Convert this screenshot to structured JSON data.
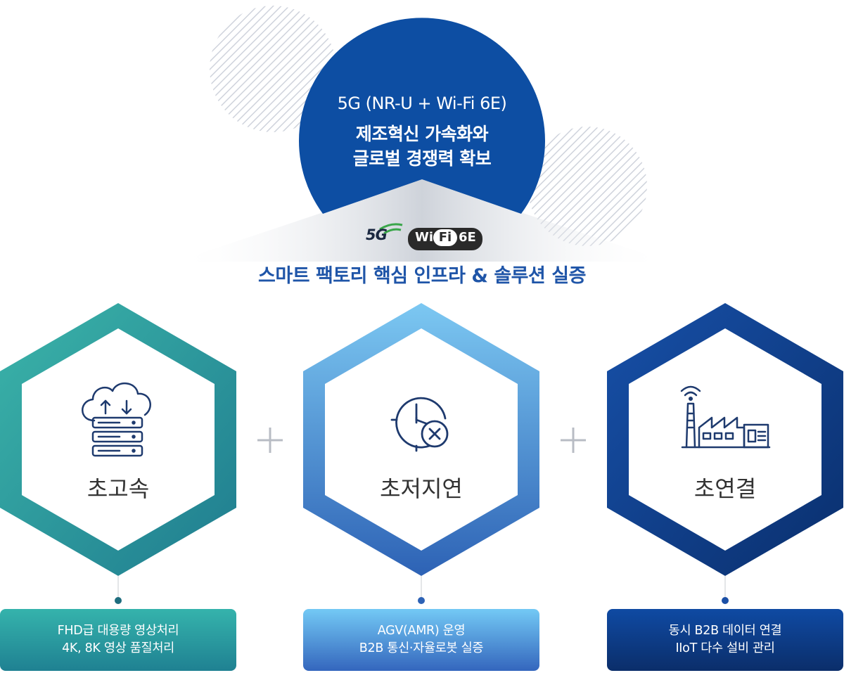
{
  "header": {
    "line1": "5G (NR-U + Wi-Fi 6E)",
    "line2": "제조혁신 가속화와",
    "line3": "글로벌 경쟁력 확보"
  },
  "logos": {
    "fiveg": "5G",
    "wifi_wi": "Wi",
    "wifi_fi": "Fi",
    "wifi_6e": "6E"
  },
  "subtitle": "스마트 팩토리 핵심 인프라 & 솔루션 실증",
  "pillars": [
    {
      "label": "초고속",
      "icon": "cloud-server-icon",
      "color": "#2a9d9a",
      "desc_line1": "FHD급 대용량 영상처리",
      "desc_line2": "4K, 8K 영상 품질처리"
    },
    {
      "label": "초저지연",
      "icon": "clock-cancel-icon",
      "color": "#4f8fd6",
      "desc_line1": "AGV(AMR) 운영",
      "desc_line2": "B2B 통신·자율로봇 실증"
    },
    {
      "label": "초연결",
      "icon": "factory-icon",
      "color": "#0d3f8f",
      "desc_line1": "동시 B2B 데이터 연결",
      "desc_line2": "IIoT 다수 설비 관리"
    }
  ],
  "colors": {
    "primary": "#0d4ea3",
    "teal": "#2a9d9a",
    "sky": "#6cb4e8",
    "navy": "#0d3f8f",
    "icon": "#1e3a6e"
  }
}
